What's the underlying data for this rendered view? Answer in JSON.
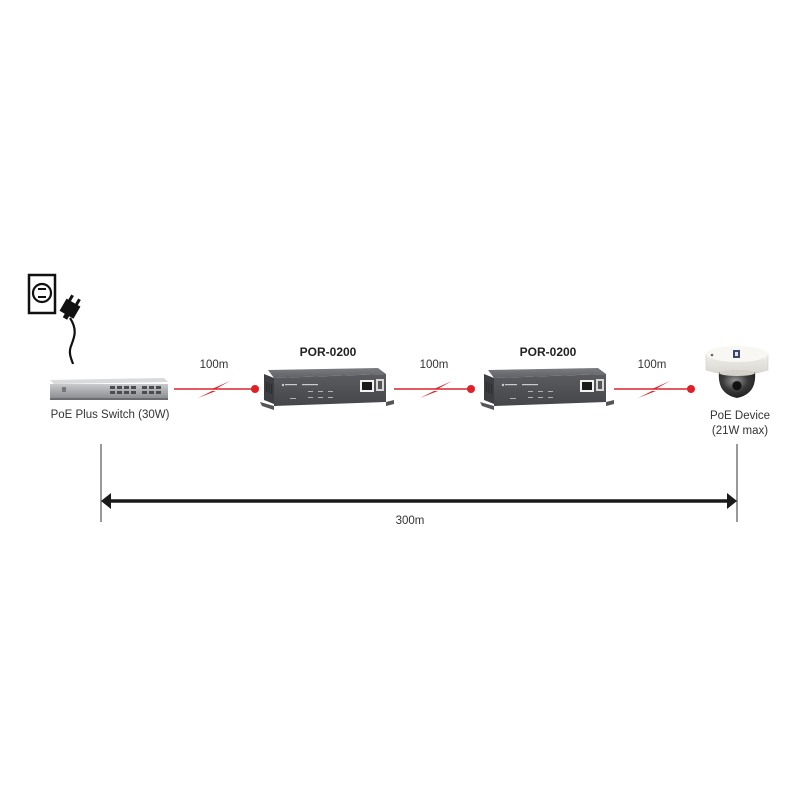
{
  "diagram": {
    "nodes": [
      {
        "id": "power-outlet",
        "label": "",
        "icon": "power-outlet-icon"
      },
      {
        "id": "switch",
        "label": "PoE Plus Switch (30W)",
        "icon": "network-switch-icon"
      },
      {
        "id": "repeater-1",
        "title": "POR-0200",
        "icon": "poe-repeater-icon"
      },
      {
        "id": "repeater-2",
        "title": "POR-0200",
        "icon": "poe-repeater-icon"
      },
      {
        "id": "device",
        "label_line1": "PoE Device",
        "label_line2": "(21W max)",
        "icon": "dome-camera-icon"
      }
    ],
    "links": [
      {
        "from": "switch",
        "to": "repeater-1",
        "distance": "100m"
      },
      {
        "from": "repeater-1",
        "to": "repeater-2",
        "distance": "100m"
      },
      {
        "from": "repeater-2",
        "to": "device",
        "distance": "100m"
      }
    ],
    "total_span": {
      "label": "300m"
    },
    "colors": {
      "link": "#d9252b",
      "span_arrow": "#1a1a1a",
      "device_body": "#5a5c60",
      "camera_body": "#eceae4"
    }
  }
}
